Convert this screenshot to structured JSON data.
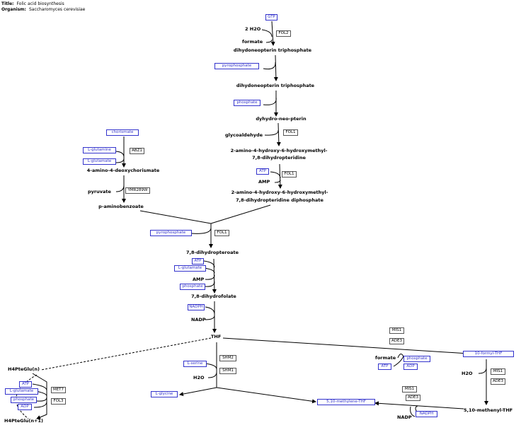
{
  "header": {
    "title_label": "Title:",
    "title": "Folic acid biosynthesis",
    "organism_label": "Organism:",
    "organism": "Saccharomyces cerevisiae"
  },
  "compounds": {
    "gtp": "GTP",
    "h2o_2": "2 H2O",
    "formate_top": "formate",
    "dnp_triphosphate_1": "dihydoneopterin triphosphate",
    "pyrophosphate_1": "pyrophosphate",
    "dnp_triphosphate_2": "dihydoneopterin triphosphate",
    "phosphate_1": "phosphate",
    "dyhydro_neo_pterin": "dyhydro-neo-pterin",
    "glycolaldehyde": "glycoaldehyde",
    "ahhm_dihydropteridine_1": "2-amino-4-hydroxy-6-hydroxymethyl-",
    "ahhm_dihydropteridine_2": "7,8-dihydropteridine",
    "atp_1": "ATP",
    "amp_1": "AMP",
    "ahhm_diphosphate_1": "2-amino-4-hydroxy-6-hydroxymethyl-",
    "ahhm_diphosphate_2": "7,8-dihydropteridine diphosphate",
    "chorismate": "chorismate",
    "l_glutamine": "L-glutamine",
    "l_glutamate_1": "L-glutamate",
    "adc": "4-amino-4-deoxychorismate",
    "pyruvate": "pyruvate",
    "paba": "p-aminobenzoate",
    "pyrophosphate_2": "pyrophosphate",
    "dihydropteroate": "7,8-dihydropteroate",
    "atp_2": "ATP",
    "l_glutamate_2": "L-glutamate",
    "amp_2": "AMP",
    "phosphate_2": "phosphate",
    "dihydrofolate": "7,8-dihydrofolate",
    "nadph_1": "NADPH",
    "nadp_1": "NADP",
    "thf": "THF",
    "h4ptegu_n": "H4PteGlu(n)",
    "atp_3": "ATP",
    "l_glutamate_3": "L-glutamate",
    "phosphate_3": "phosphate",
    "adp_1": "ADP",
    "h4ptegu_n1": "H4PteGlu(n+1)",
    "l_serine": "L-serine",
    "h2o_1": "H2O",
    "l_glycine": "L-glycine",
    "methylene_thf": "5,10-methylene-THF",
    "formate_right": "formate",
    "atp_4": "ATP",
    "phosphate_4": "phosphate",
    "adp_2": "ADP",
    "formyl_thf": "10-formyl-THF",
    "h2o_right": "H2O",
    "methenyl_thf": "5,10-methenyl-THF",
    "nadp_2": "NADP",
    "nadph_2": "NADPH"
  },
  "enzymes": {
    "fol2": "FOL2",
    "fol1_a": "FOL1",
    "fol1_b": "FOL1",
    "abz1": "ABZ1",
    "ymr289w": "YMR289W",
    "fol1_c": "FOL1",
    "met7": "MET7",
    "fol3": "FOL3",
    "shm2": "SHM2",
    "shm1": "SHM1",
    "mis1_a": "MIS1",
    "ade3_a": "ADE3",
    "mis1_b": "MIS1",
    "ade3_b": "ADE3",
    "mis1_c": "MIS1",
    "ade3_c": "ADE3"
  }
}
